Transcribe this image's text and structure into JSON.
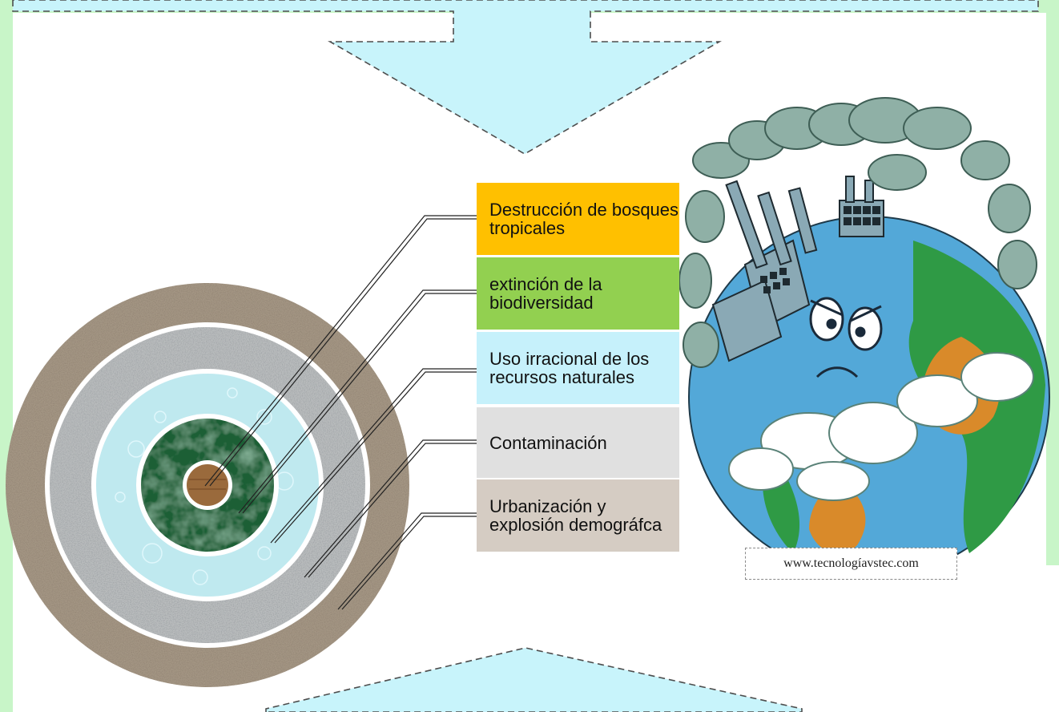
{
  "labels": [
    {
      "text": "Destrucción de bosques tropicales",
      "color": "#ffc000"
    },
    {
      "text": "extinción de la biodiversidad",
      "color": "#92d050"
    },
    {
      "text": "Uso irracional de los recursos naturales",
      "color": "#c6f1fb"
    },
    {
      "text": "Contaminación",
      "color": "#e0e0e0"
    },
    {
      "text": "Urbanización y explosión demográfca",
      "color": "#d5ccc3"
    }
  ],
  "caption": "www.tecnologíavstec.com",
  "colors": {
    "arrow_fill": "#c8f4fb",
    "frame_green": "#c8f5c8",
    "ring_outer": "#a49684",
    "ring_gray": "#b9bcbd",
    "ring_water": "#bfe9ef",
    "ring_forest": "#1e5e36",
    "ring_core": "#9a6a3c",
    "globe_ocean": "#53a8d8",
    "globe_land": "#2f9a45",
    "globe_desert": "#d98a2a",
    "smoke": "#6b9a8a"
  },
  "icons": [
    "concentric-rings-diagram",
    "polluted-earth-illustration",
    "factory-icon",
    "smoke-cloud-icon"
  ]
}
